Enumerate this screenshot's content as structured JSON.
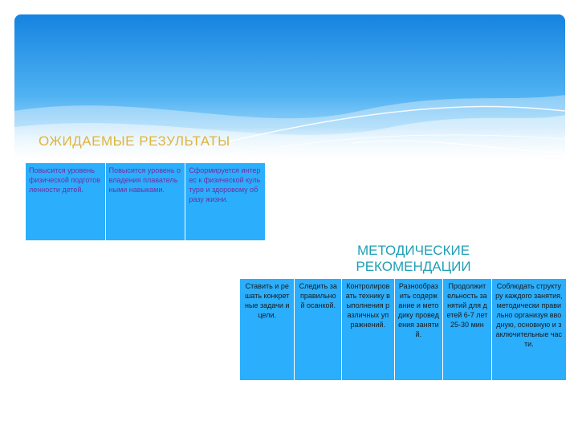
{
  "results": {
    "title": "ОЖИДАЕМЫЕ РЕЗУЛЬТАТЫ",
    "cells": [
      "Повысится уровень физической подготовленности детей.",
      "Повысится уровень овладения плавательными навыками.",
      "Сформируется интерес к физической культуре и здоровому образу жизни."
    ]
  },
  "methods": {
    "title": "МЕТОДИЧЕСКИЕ РЕКОМЕНДАЦИИ",
    "cells": [
      "Ставить и решать конкретные задачи и цели.",
      "Следить за правильной осанкой.",
      "Контролировать технику выполнения различных упражнений.",
      "Разнообразить содержание и методику проведения занятий.",
      "Продолжительность занятий для детей 6-7 лет 25-30 мин",
      "Соблюдать структуру каждого занятия, методически правильно организуя вводную, основную и заключительные части."
    ]
  },
  "colors": {
    "header_blue": "#1a8fe8",
    "table_fill": "#2baefc",
    "results_title": "#e0b43c",
    "methods_title": "#1f9fb5",
    "results_text": "#7030a0"
  }
}
